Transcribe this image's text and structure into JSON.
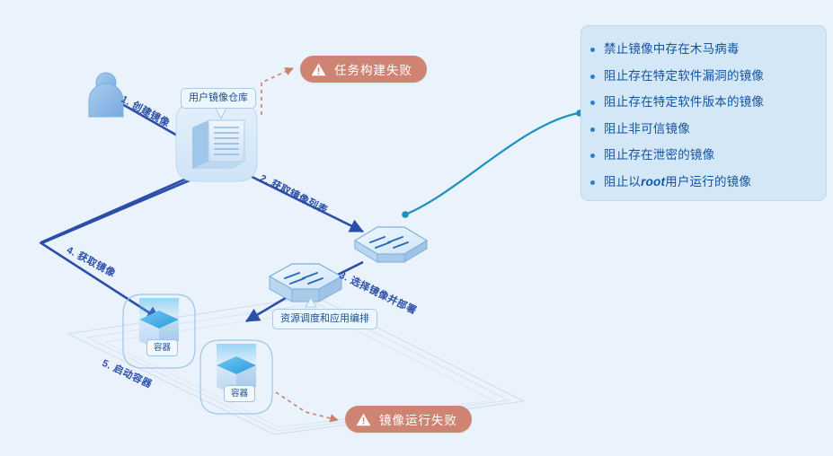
{
  "canvas": {
    "background": "#eaf2fc",
    "accent_blue": "#2b4ea8",
    "accent_teal": "#1a91bf",
    "error_color": "#cf8473",
    "panel_bg": "#d4e7f7",
    "text_blue": "#13539f"
  },
  "policy_panel": {
    "items": [
      {
        "text": "禁止镜像中存在木马病毒"
      },
      {
        "text": "阻止存在特定软件漏洞的镜像"
      },
      {
        "text": "阻止存在特定软件版本的镜像"
      },
      {
        "text": "阻止非可信镜像"
      },
      {
        "text": "阻止存在泄密的镜像"
      },
      {
        "prefix": "阻止以",
        "emphasis": "root",
        "suffix": "用户运行的镜像"
      }
    ]
  },
  "badges": [
    {
      "id": "build",
      "label": "任务构建失败",
      "icon": "warning-triangle-icon"
    },
    {
      "id": "run",
      "label": "镜像运行失败",
      "icon": "warning-triangle-icon"
    }
  ],
  "nodes": {
    "user": {
      "icon": "user-avatar-icon"
    },
    "registry": {
      "label": "用户镜像仓库",
      "icon": "server-rack-icon"
    },
    "switch": {
      "icon": "network-switch-icon"
    },
    "orchestrator": {
      "label": "资源调度和应用编排",
      "icon": "orchestration-box-icon"
    },
    "container_1": {
      "label": "容器",
      "icon": "container-cube-icon"
    },
    "container_2": {
      "label": "容器",
      "icon": "container-cube-icon"
    }
  },
  "steps": [
    {
      "num": "1",
      "label": "1. 创建镜像"
    },
    {
      "num": "2",
      "label": "2. 获取镜像列表"
    },
    {
      "num": "3",
      "label": "3. 选择镜像并部署"
    },
    {
      "num": "4",
      "label": "4. 获取镜像"
    },
    {
      "num": "5",
      "label": "5. 启动容器"
    }
  ]
}
